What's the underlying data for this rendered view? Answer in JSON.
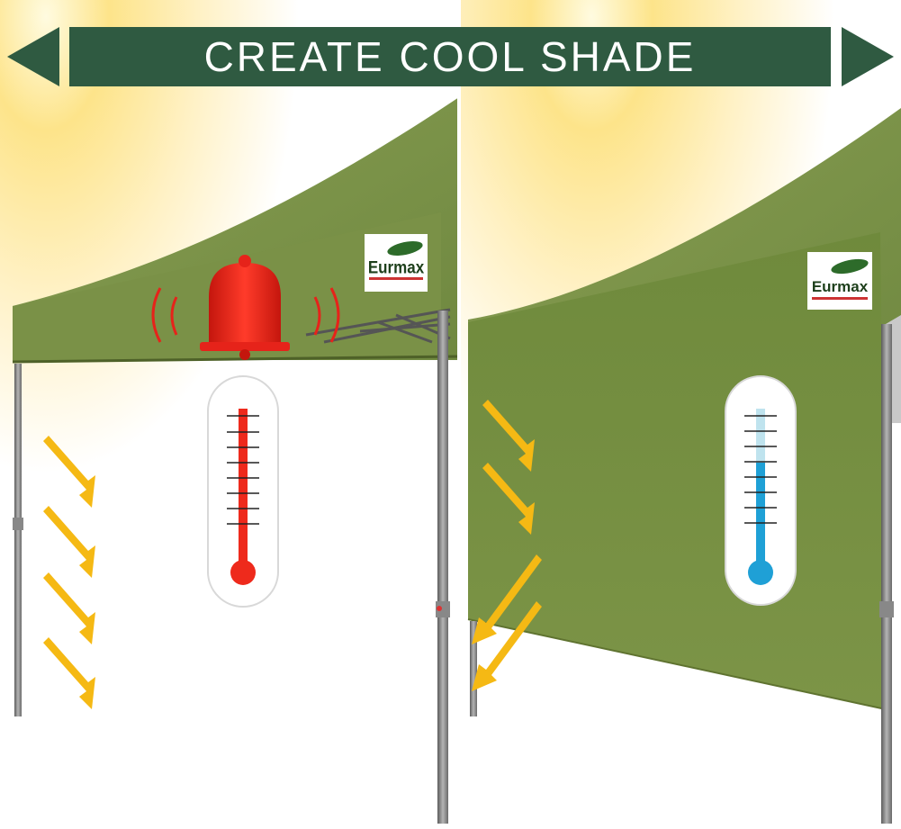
{
  "banner": {
    "title": "CREATE COOL SHADE"
  },
  "brand": {
    "logo_text": "Eurmax"
  },
  "colors": {
    "banner_green": "#2f5a41",
    "canopy_green": "#7a9147",
    "sidewall_green": "#738b3f",
    "sun_yellow": "#fde48a",
    "hot_red": "#ee2a1c",
    "cool_blue": "#1fa0d6",
    "arrow_yellow": "#f5b914"
  },
  "panels": [
    {
      "side": "left",
      "state": "hot",
      "icons": [
        "alarm-bell-icon",
        "thermometer-hot-icon",
        "sun-ray-arrow-icon"
      ]
    },
    {
      "side": "right",
      "state": "cool",
      "icons": [
        "thermometer-cool-icon",
        "sun-ray-arrow-icon"
      ]
    }
  ]
}
